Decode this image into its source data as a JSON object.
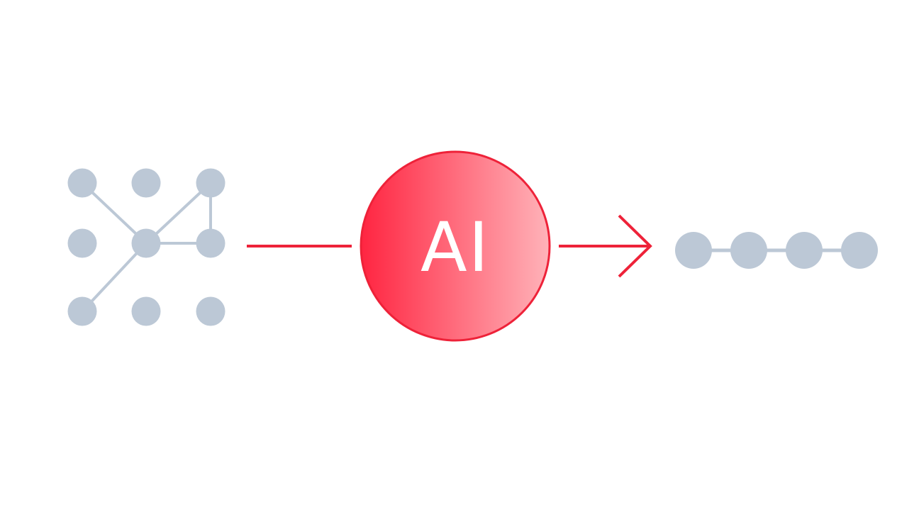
{
  "diagram": {
    "center_label": "AI",
    "colors": {
      "node": "#bcc8d6",
      "edge": "#bcc8d6",
      "arrow": "#ee2239",
      "circle_start": "#ff2541",
      "circle_end": "#ffb3b9",
      "circle_stroke": "#ee2239",
      "label": "#ffffff"
    },
    "input_graph": {
      "description_icon": "network-graph-icon",
      "grid": "3x3",
      "connected_pairs": [
        [
          0,
          4
        ],
        [
          2,
          4
        ],
        [
          2,
          5
        ],
        [
          4,
          5
        ],
        [
          4,
          6
        ]
      ]
    },
    "output_sequence": {
      "description_icon": "linked-chain-icon",
      "node_count": 4
    }
  }
}
